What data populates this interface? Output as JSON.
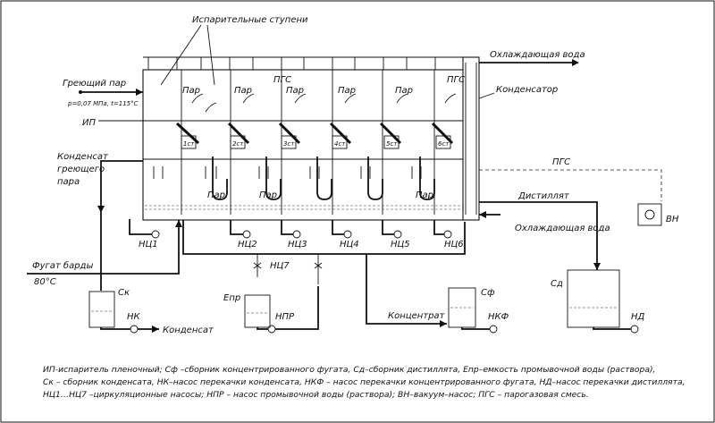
{
  "labels": {
    "evaporator_stages": "Испарительные ступени",
    "cooling_water_out": "Охлаждающая вода",
    "condenser": "Конденсатор",
    "heating_steam": "Греющий пар",
    "steam_params": "р=0,07 МПа, t=115°С",
    "ip": "ИП",
    "heating_condensate": [
      "Конденсат",
      "греющего",
      "пара"
    ],
    "vapor": "Пар",
    "pgs": "ПГС",
    "stages": [
      "1ст",
      "2ст",
      "3ст",
      "4ст",
      "5ст",
      "6ст"
    ],
    "distillate": "Дистиллят",
    "cooling_water_in": "Охлаждающая вода",
    "vacuum_pump": "ВН",
    "pumps_circ": [
      "НЦ1",
      "НЦ2",
      "НЦ3",
      "НЦ4",
      "НЦ5",
      "НЦ6"
    ],
    "pump_nc7": "НЦ7",
    "bard_fugate": "Фугат барды",
    "fugate_temp": "80°С",
    "sk": "Ск",
    "nk": "НК",
    "condensate": "Конденсат",
    "epr": "Епр",
    "npr": "НПР",
    "concentrate": "Концентрат",
    "sf": "Сф",
    "nkf": "НКФ",
    "sd": "Сд",
    "nd": "НД"
  },
  "caption": [
    "ИП-испаритель пленочный; Сф –сборник концентрированного фугата, Сд–сборник дистиллята, Епр–емкость промывочной воды (раствора),",
    "Ск – сборник конденсата, НК–насос перекачки конденсата, НКФ – насос перекачки концентрированного фугата, НД–насос перекачки дистиллята,",
    "НЦ1…НЦ7 –циркуляционные насосы; НПР – насос промывочной воды (раствора); ВН–вакуум–насос; ПГС – парогазовая смесь."
  ],
  "colors": {
    "line": "#111111",
    "background": "#ffffff"
  }
}
